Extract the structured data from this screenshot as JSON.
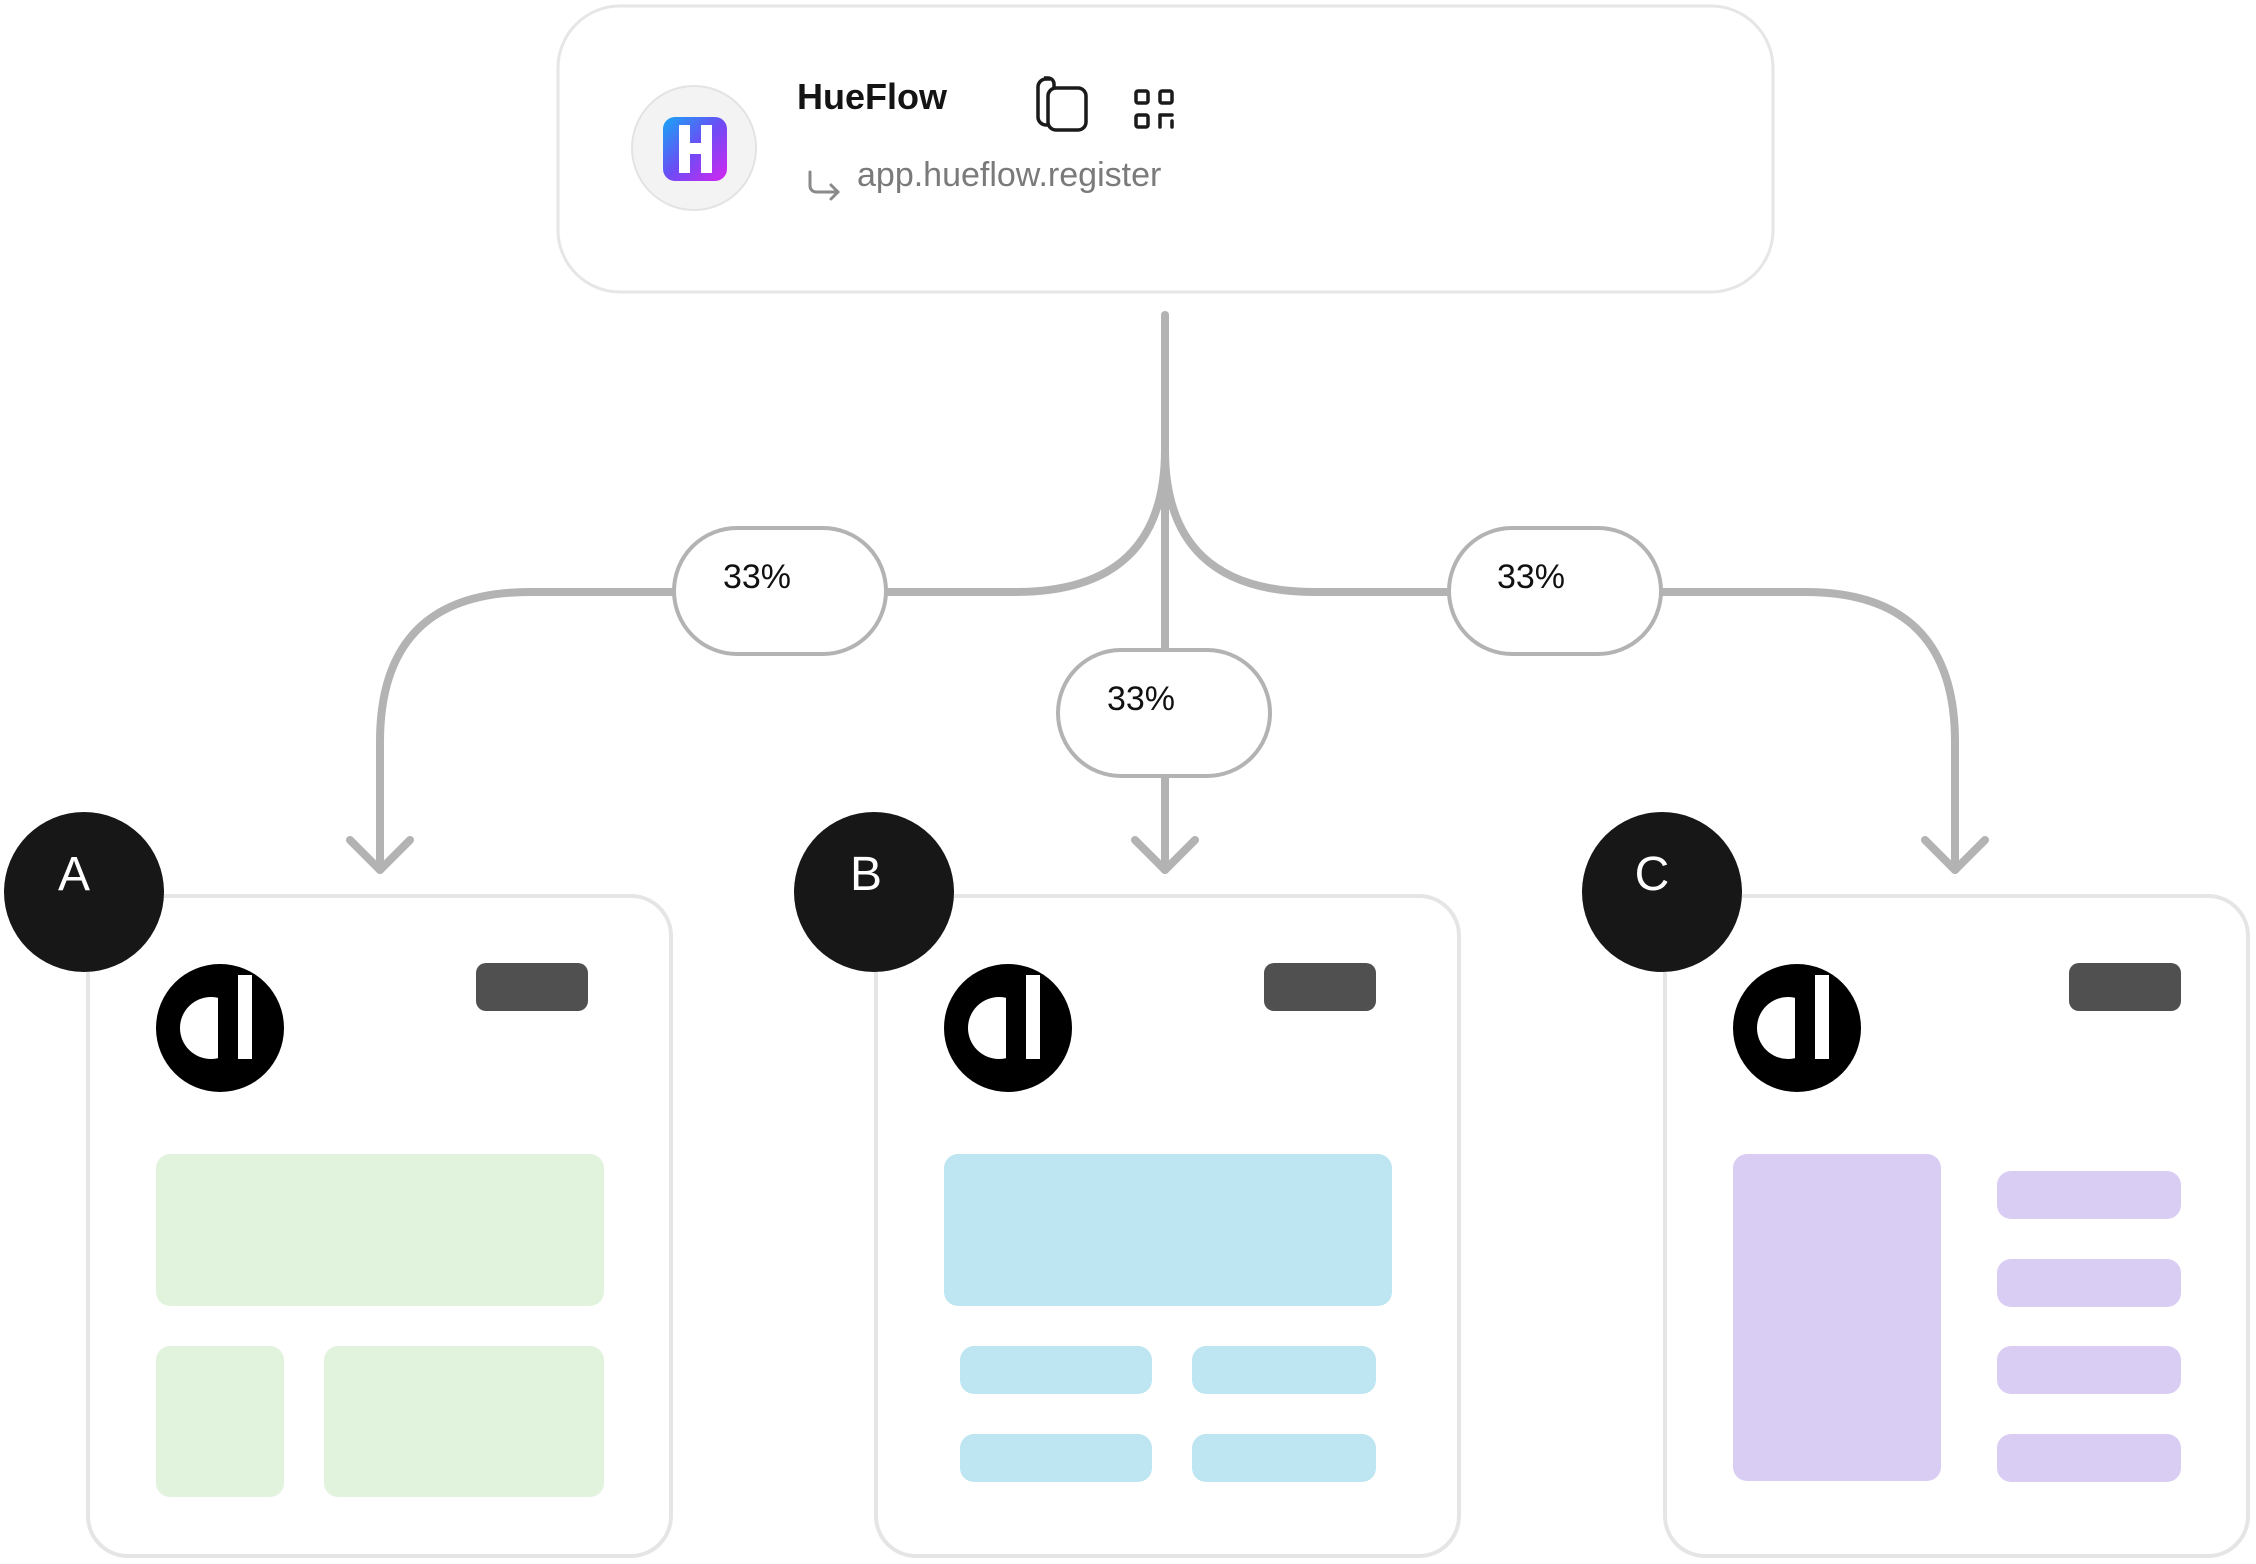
{
  "app": {
    "name": "HueFlow",
    "link": "app.hueflow.register",
    "logo_icon": "hueflow-logo-icon",
    "actions": [
      {
        "name": "copy-button",
        "icon": "copy-icon"
      },
      {
        "name": "qr-code-button",
        "icon": "qr-code-icon"
      }
    ]
  },
  "split": {
    "left_pct": "33%",
    "middle_pct": "33%",
    "right_pct": "33%"
  },
  "variants": [
    {
      "label": "A",
      "accent": "#e1f3dd",
      "layout": "hero-two-blocks"
    },
    {
      "label": "B",
      "accent": "#bee6f2",
      "layout": "hero-four-pills"
    },
    {
      "label": "C",
      "accent": "#dacdf3",
      "layout": "sidebar-four-pills"
    }
  ],
  "colors": {
    "stroke": "#b3b3b3",
    "card_border": "#e5e5e5",
    "badge_fill": "#171717",
    "pill_dark": "#505050"
  }
}
